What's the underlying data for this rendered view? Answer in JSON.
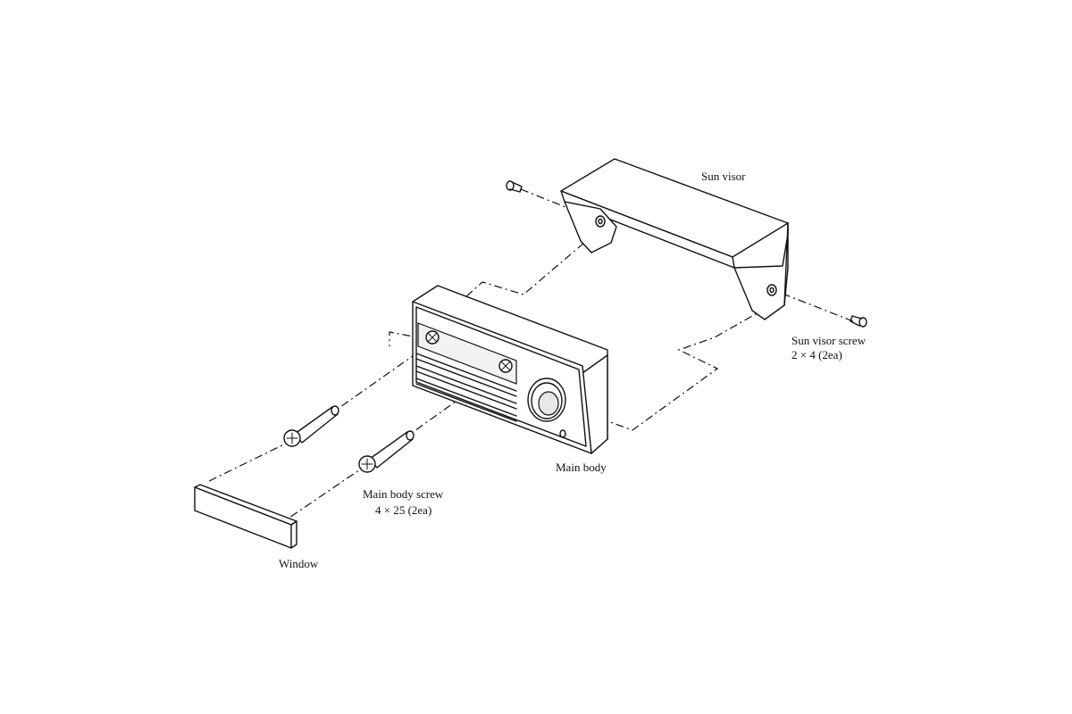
{
  "labels": {
    "sun_visor": "Sun visor",
    "sun_visor_screw_name": "Sun visor screw",
    "sun_visor_screw_spec": "2 × 4 (2ea)",
    "main_body": "Main body",
    "main_body_screw_name": "Main body screw",
    "main_body_screw_spec": "4 × 25 (2ea)",
    "window": "Window"
  },
  "colors": {
    "line": "#111111",
    "background": "#ffffff"
  }
}
